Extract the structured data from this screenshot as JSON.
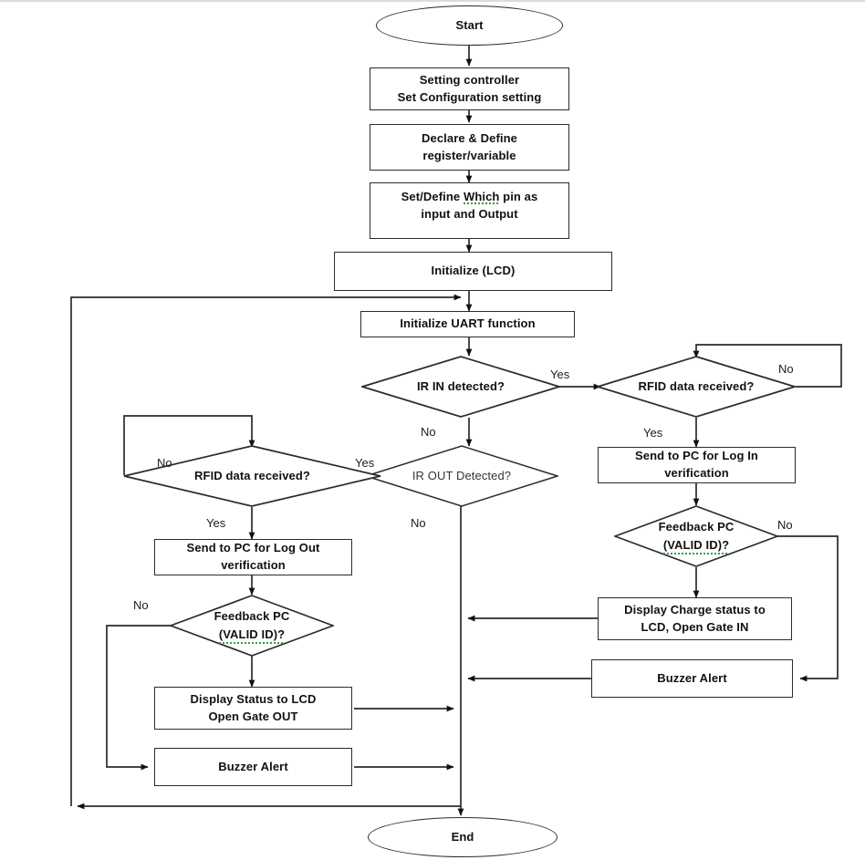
{
  "diagram": {
    "title": "System flowchart",
    "type": "flowchart",
    "colors": {
      "line": "#2b2b2b",
      "text": "#111111",
      "edge_label": "#1b1b28",
      "spellcheck_underline": "#2f9e44",
      "background": "#ffffff",
      "top_rule": "#dcdce0"
    },
    "nodes": {
      "start": {
        "label": "Start",
        "shape": "terminator"
      },
      "setting_controller": {
        "line1": "Setting controller",
        "line2": "Set Configuration setting",
        "shape": "process"
      },
      "declare_define": {
        "line1": "Declare & Define",
        "line2": "register/variable",
        "shape": "process"
      },
      "set_define_pin": {
        "line1a": "Set/Define ",
        "line1b": "Which",
        "line1c": " pin as",
        "line2": "input and Output",
        "shape": "process"
      },
      "initialize_lcd": {
        "label": "Initialize (LCD)",
        "shape": "process"
      },
      "initialize_uart": {
        "label": "Initialize UART function",
        "shape": "process"
      },
      "ir_in": {
        "label": "IR IN detected?",
        "shape": "decision"
      },
      "ir_out": {
        "label": "IR OUT Detected?",
        "shape": "decision"
      },
      "rfid_in": {
        "label": "RFID data received?",
        "shape": "decision"
      },
      "rfid_out": {
        "label": "RFID data received?",
        "shape": "decision"
      },
      "send_login": {
        "line1": "Send to PC for Log In",
        "line2": "verification",
        "shape": "process"
      },
      "send_logout": {
        "line1": "Send to PC for Log Out",
        "line2": "verification",
        "shape": "process"
      },
      "feedback_in": {
        "line1": "Feedback PC",
        "line2": "(VALID ID)?",
        "shape": "decision"
      },
      "feedback_out": {
        "line1": "Feedback PC",
        "line2": "(VALID ID)?",
        "shape": "decision"
      },
      "display_charge": {
        "line1": "Display Charge status to",
        "line2": "LCD, Open Gate IN",
        "shape": "process"
      },
      "display_status": {
        "line1": "Display Status to LCD",
        "line2": "Open Gate OUT",
        "shape": "process"
      },
      "buzzer_in": {
        "label": "Buzzer Alert",
        "shape": "process"
      },
      "buzzer_out": {
        "label": "Buzzer Alert",
        "shape": "process"
      },
      "end": {
        "label": "End",
        "shape": "terminator"
      }
    },
    "edge_labels": {
      "ir_in_yes": "Yes",
      "ir_in_no": "No",
      "rfid_in_no": "No",
      "rfid_in_yes": "Yes",
      "feedback_in_no": "No",
      "ir_out_yes": "Yes",
      "ir_out_no": "No",
      "rfid_out_no": "No",
      "rfid_out_yes": "Yes",
      "feedback_out_no": "No"
    }
  }
}
